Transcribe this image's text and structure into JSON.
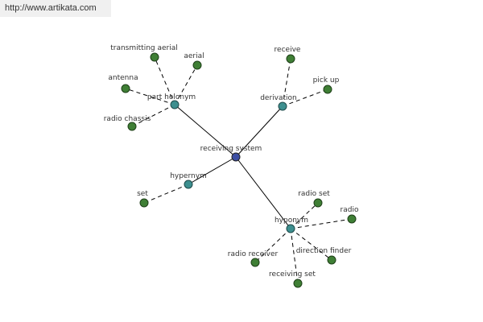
{
  "watermark": "http://www.artikata.com",
  "colors": {
    "center": "#3c4ea3",
    "relation": "#3d8f8f",
    "leaf": "#3f7f35",
    "edge": "#000000"
  },
  "graph": {
    "center": "receiving system",
    "relations": {
      "part_holonym": "part holonym",
      "derivation": "derivation",
      "hypernym": "hypernym",
      "hyponym": "hyponym"
    },
    "leaves": {
      "transmitting_aerial": "transmitting aerial",
      "aerial": "aerial",
      "antenna": "antenna",
      "radio_chassis": "radio chassis",
      "receive": "receive",
      "pick_up": "pick up",
      "set": "set",
      "radio_set": "radio set",
      "radio": "radio",
      "radio_receiver": "radio receiver",
      "direction_finder": "direction finder",
      "receiving_set": "receiving set"
    }
  }
}
